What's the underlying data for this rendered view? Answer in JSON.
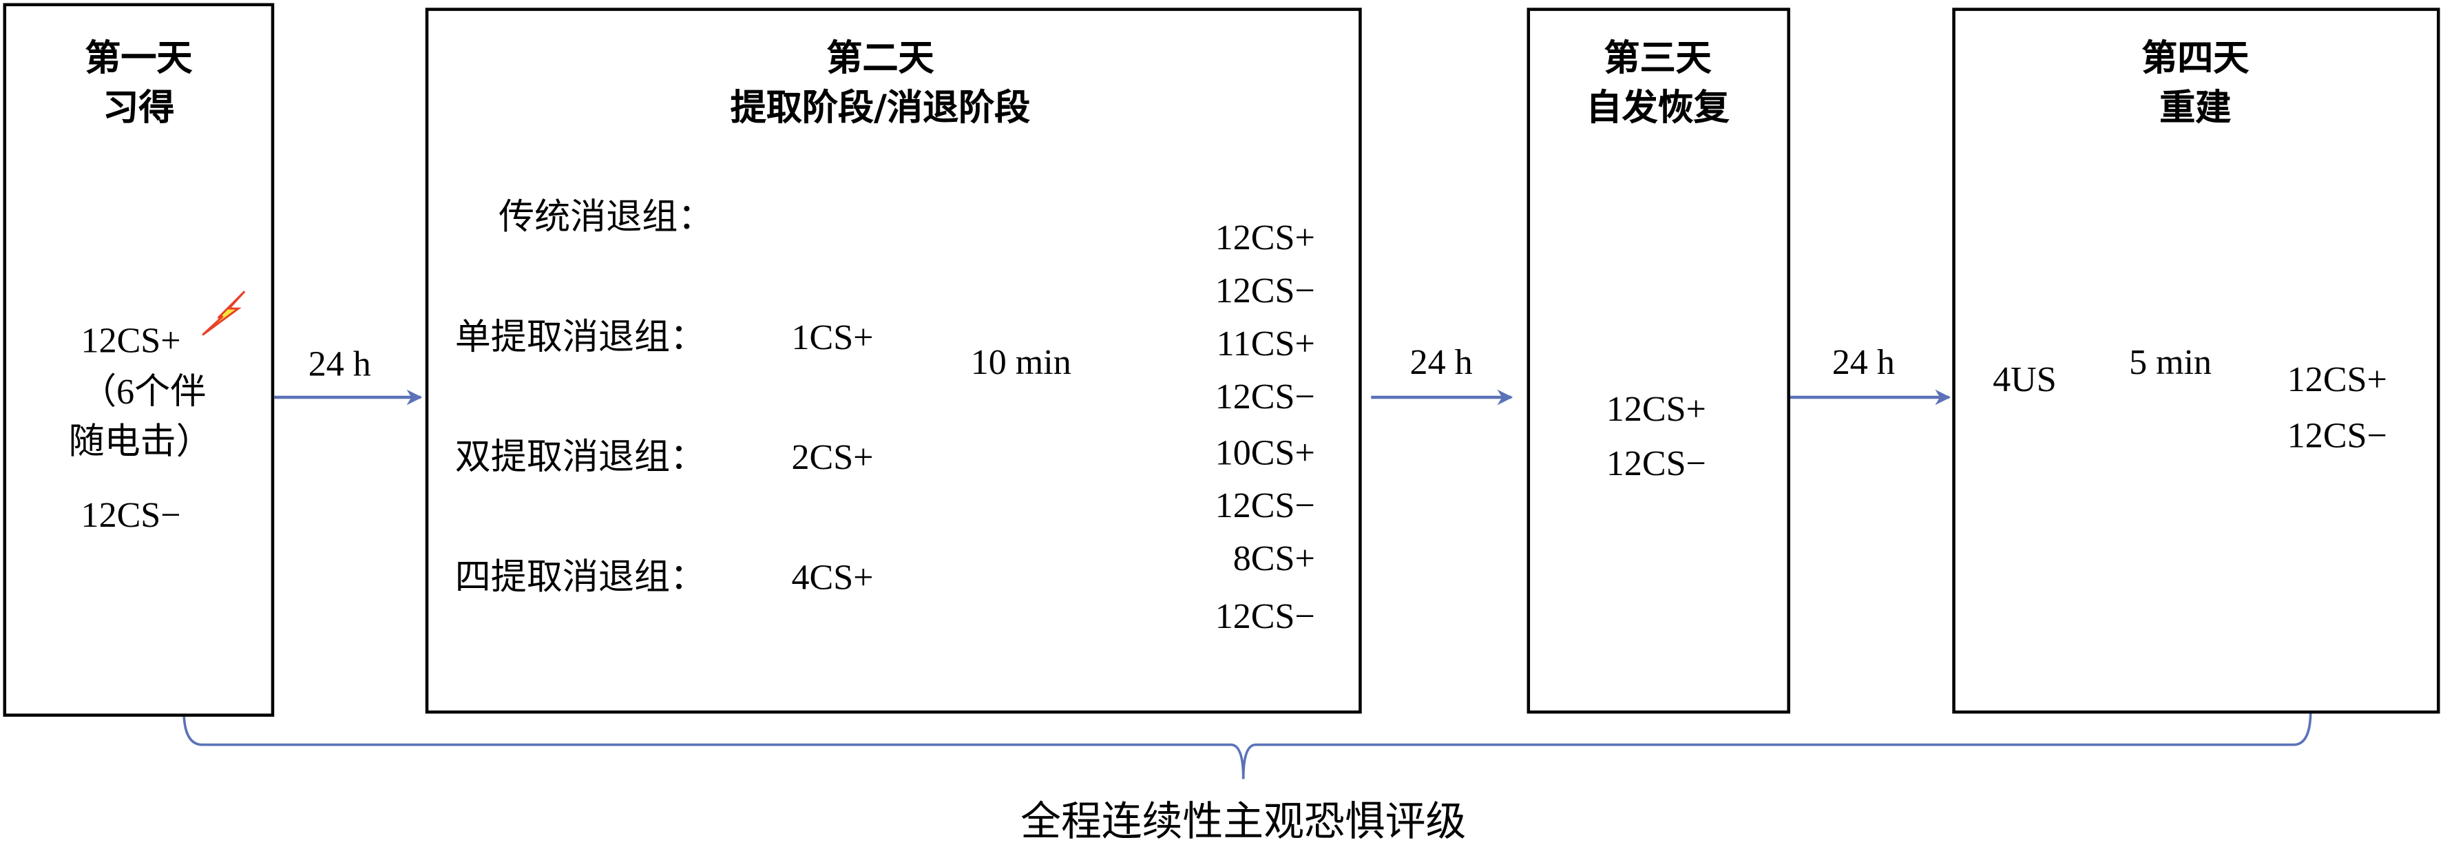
{
  "day1": {
    "title": "第一天",
    "subtitle": "习得",
    "lines": [
      "12CS+",
      "（6个伴",
      "随电击）",
      "12CS−"
    ]
  },
  "arrow1": {
    "label": "24 h"
  },
  "day2": {
    "title": "第二天",
    "subtitle": "提取阶段/消退阶段",
    "groups": [
      {
        "label": "传统消退组：",
        "value": ""
      },
      {
        "label": "单提取消退组：",
        "value": "1CS+"
      },
      {
        "label": "双提取消退组：",
        "value": "2CS+"
      },
      {
        "label": "四提取消退组：",
        "value": "4CS+"
      }
    ],
    "interval": "10 min",
    "trials": [
      "12CS+",
      "12CS−",
      "11CS+",
      "12CS−",
      "10CS+",
      "12CS−",
      "8CS+",
      "12CS−"
    ]
  },
  "arrow2": {
    "label": "24 h"
  },
  "day3": {
    "title": "第三天",
    "subtitle": "自发恢复",
    "lines": [
      "12CS+",
      "12CS−"
    ]
  },
  "arrow3": {
    "label": "24 h"
  },
  "day4": {
    "title": "第四天",
    "subtitle": "重建",
    "us": "4US",
    "interval": "5 min",
    "lines": [
      "12CS+",
      "12CS−"
    ]
  },
  "brace": {
    "label": "全程连续性主观恐惧评级"
  },
  "colors": {
    "arrow": "#5b72b8",
    "bolt_fill": "#f5e83a",
    "bolt_stroke": "#e8402a"
  }
}
